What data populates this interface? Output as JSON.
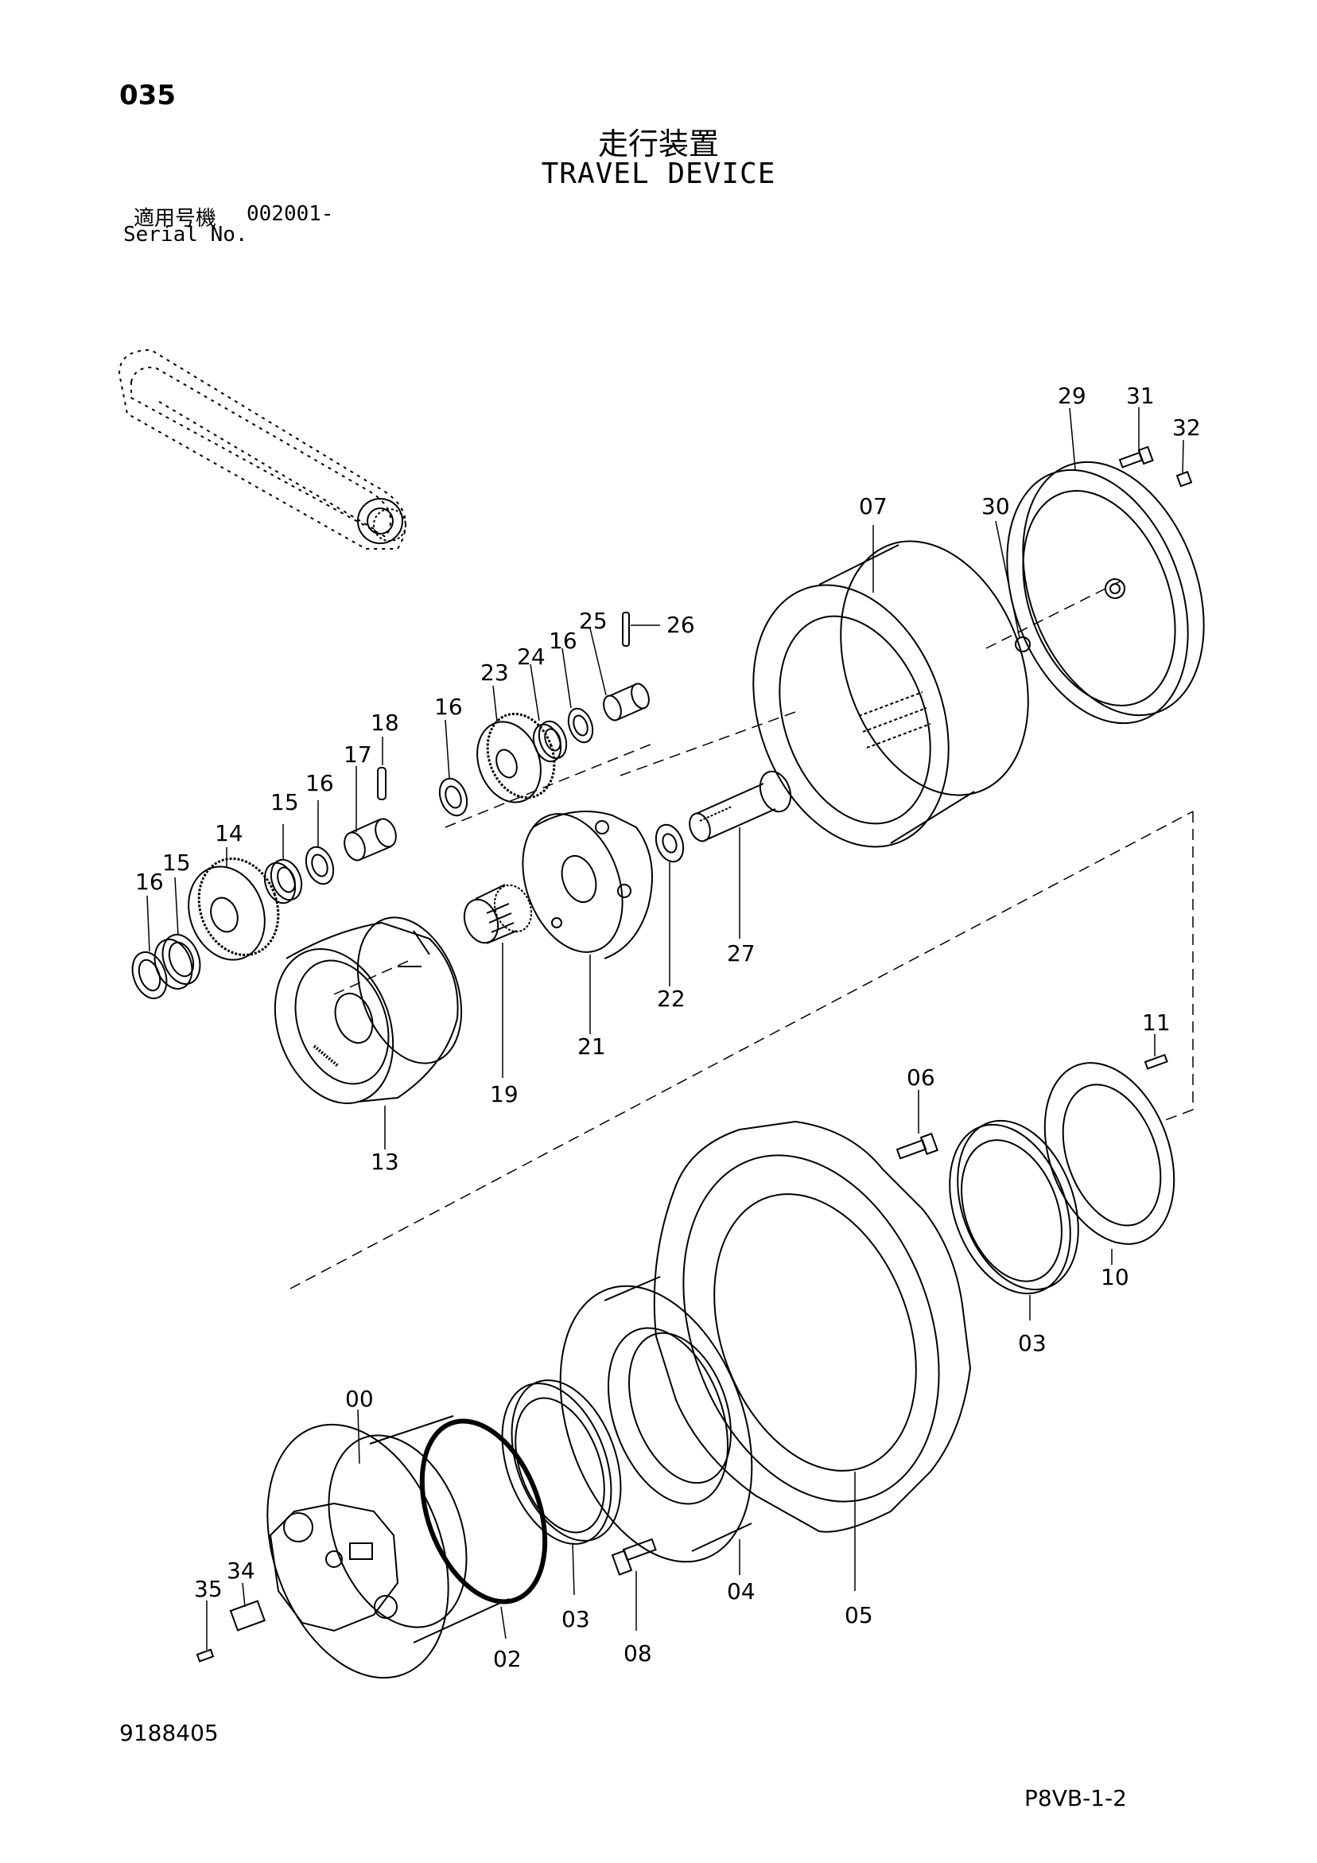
{
  "page_number": "035",
  "title_jp": "走行装置",
  "title_en": "TRAVEL DEVICE",
  "serial_label_jp": "適用号機",
  "serial_value": "002001-",
  "serial_label_en": "Serial No.",
  "doc_id": "9188405",
  "ref_code": "P8VB-1-2",
  "callouts": {
    "c00": "00",
    "c02": "02",
    "c03a": "03",
    "c03b": "03",
    "c04": "04",
    "c05": "05",
    "c06": "06",
    "c07": "07",
    "c08": "08",
    "c10": "10",
    "c11": "11",
    "c13": "13",
    "c14": "14",
    "c15a": "15",
    "c15b": "15",
    "c16a": "16",
    "c16b": "16",
    "c16c": "16",
    "c16d": "16",
    "c17": "17",
    "c18": "18",
    "c19": "19",
    "c21": "21",
    "c22": "22",
    "c23": "23",
    "c24": "24",
    "c25": "25",
    "c26": "26",
    "c27": "27",
    "c29": "29",
    "c30": "30",
    "c31": "31",
    "c32": "32",
    "c34": "34",
    "c35": "35"
  }
}
